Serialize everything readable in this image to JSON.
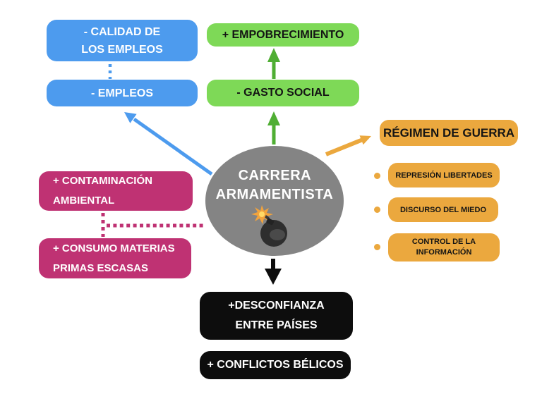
{
  "colors": {
    "blue": "#4D9BEE",
    "green": "#7ED957",
    "green-arrow": "#4FAE33",
    "orange": "#EBA83E",
    "magenta": "#BF3273",
    "gray": "#848484",
    "black": "#0D0D0D"
  },
  "center": {
    "label_line1": "CARRERA",
    "label_line2": "ARMAMENTISTA",
    "icon": "bomb-icon"
  },
  "employment": {
    "quality_line1": "- CALIDAD DE",
    "quality_line2": "LOS EMPLEOS",
    "jobs_label": "- EMPLEOS"
  },
  "social": {
    "impoverishment_label": "+ EMPOBRECIMIENTO",
    "spending_label": "- GASTO SOCIAL"
  },
  "war_regime": {
    "title": "RÉGIMEN DE GUERRA",
    "items": [
      {
        "label": "REPRESIÓN LIBERTADES"
      },
      {
        "label": "DISCURSO DEL MIEDO"
      },
      {
        "line1": "CONTROL DE LA",
        "line2": "INFORMACIÓN"
      }
    ]
  },
  "environment": {
    "pollution_line1": "+ CONTAMINACIÓN",
    "pollution_line2": "AMBIENTAL",
    "consumption_line1": "+ CONSUMO MATERIAS",
    "consumption_line2": "PRIMAS ESCASAS"
  },
  "conflict": {
    "distrust_line1": "+DESCONFIANZA",
    "distrust_line2": "ENTRE PAÍSES",
    "wars_label": "+ CONFLICTOS BÉLICOS"
  }
}
